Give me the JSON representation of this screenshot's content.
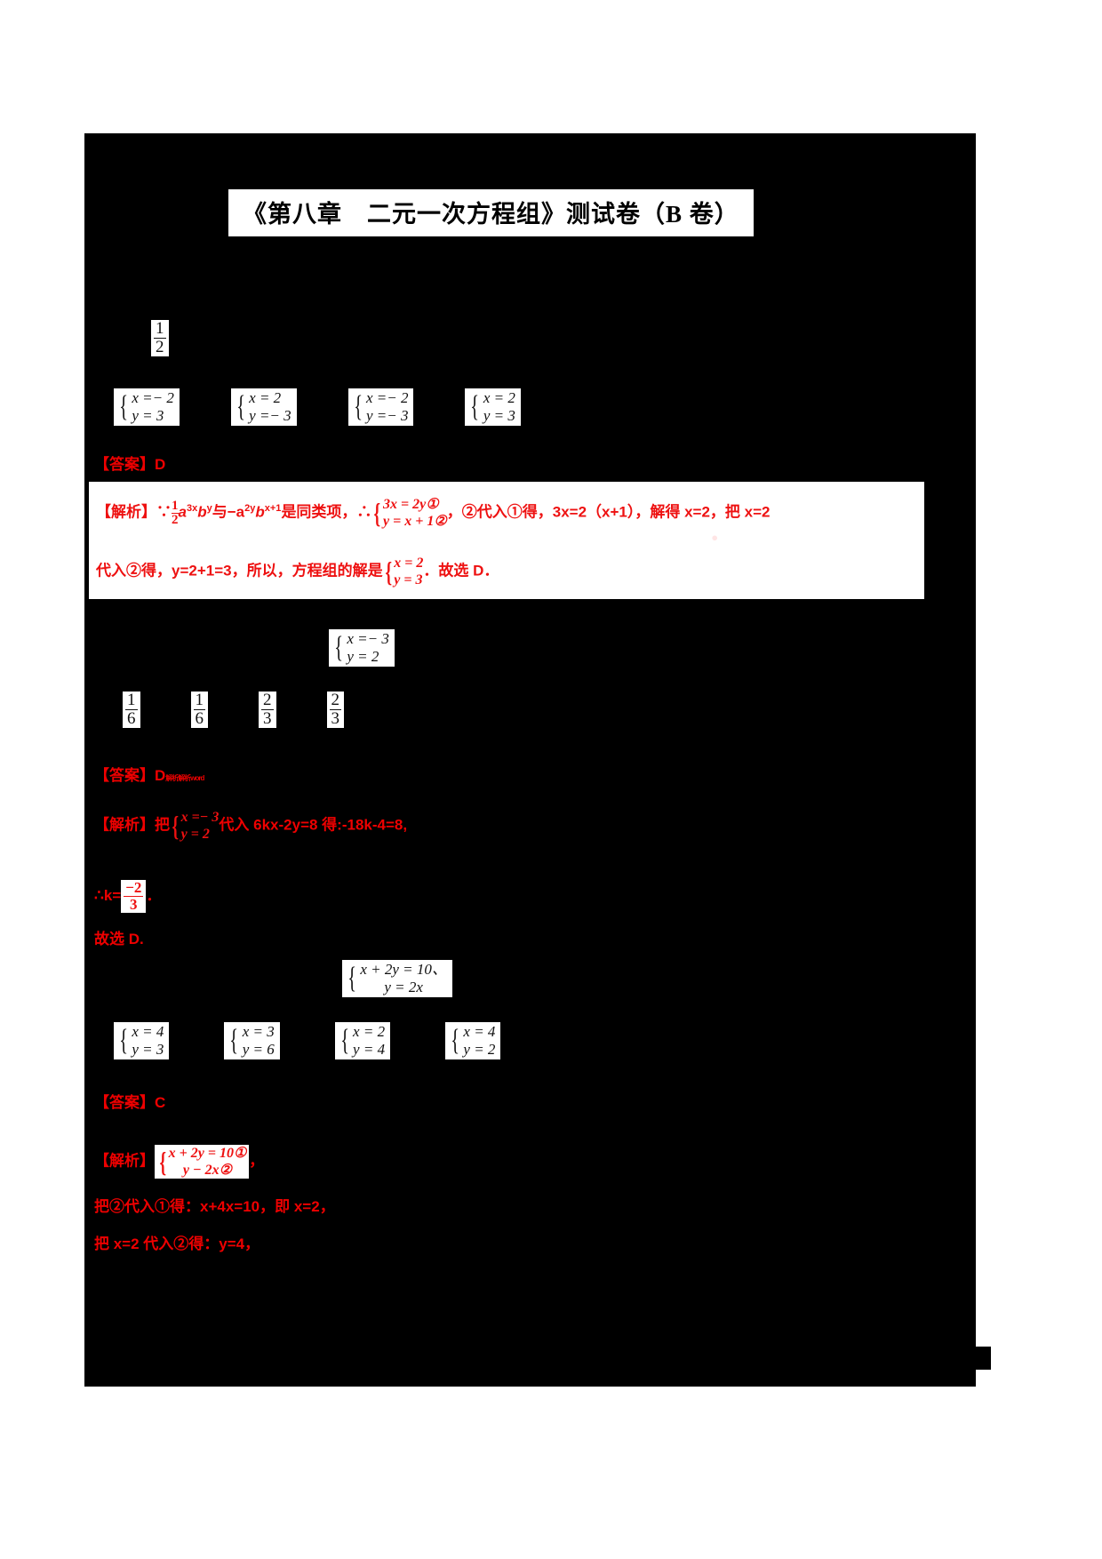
{
  "document": {
    "title": "《第八章　二元一次方程组》测试卷（B 卷）",
    "background_color": "#000000",
    "page_color": "#ffffff",
    "annotation_color": "#ee0000"
  },
  "q1": {
    "fraction": {
      "num": "1",
      "den": "2"
    },
    "options": [
      {
        "x": "x =− 2",
        "y": "y = 3"
      },
      {
        "x": "x = 2",
        "y": "y =− 3"
      },
      {
        "x": "x =− 2",
        "y": "y =− 3"
      },
      {
        "x": "x = 2",
        "y": "y = 3"
      }
    ],
    "answer_label": "【答案】D",
    "solution": {
      "lead": "【解析】",
      "line1_a": "∵",
      "line1_frac": {
        "num": "1",
        "den": "2"
      },
      "line1_b": "a",
      "line1_b_sup": "3x",
      "line1_c": "b",
      "line1_c_sup": "y",
      "line1_d": "与−a",
      "line1_d_sup": "2y",
      "line1_e": "b",
      "line1_e_sup": "x+1",
      "line1_f": "是同类项，∴",
      "sys1": {
        "r1": "3x = 2y①",
        "r2": "y = x + 1②"
      },
      "line1_tail": "，②代入①得，3x=2（x+1），解得 x=2，把 x=2",
      "line2_a": "代入②得，y=2+1=3，所以，方程组的解是",
      "sys2": {
        "r1": "x = 2",
        "r2": "y = 3"
      },
      "line2_tail": "．故选 D．"
    }
  },
  "q2": {
    "given_system": {
      "x": "x =− 3",
      "y": "y = 2"
    },
    "options": [
      {
        "num": "1",
        "den": "6"
      },
      {
        "num": "1",
        "den": "6"
      },
      {
        "num": "2",
        "den": "3"
      },
      {
        "num": "2",
        "den": "3"
      }
    ],
    "answer_label": "【答案】D",
    "answer_artifact": "解析解析word",
    "solution": {
      "lead": "【解析】",
      "prefix": "把",
      "sys": {
        "r1": "x =− 3",
        "r2": "y = 2"
      },
      "mid": "代入 6kx‐2y=8 得:-18k-4=8,",
      "line2_prefix": "∴k=",
      "line2_frac": {
        "sign": "−",
        "num": "2",
        "den": "3"
      },
      "line2_tail": "．",
      "line3": "故选 D."
    }
  },
  "q3": {
    "given_system": {
      "r1": "x + 2y = 10、",
      "r2": "y = 2x"
    },
    "options": [
      {
        "x": "x = 4",
        "y": "y = 3"
      },
      {
        "x": "x = 3",
        "y": "y = 6"
      },
      {
        "x": "x = 2",
        "y": "y = 4"
      },
      {
        "x": "x = 4",
        "y": "y = 2"
      }
    ],
    "answer_label": "【答案】C",
    "solution": {
      "lead": "【解析】",
      "sys": {
        "r1": "x + 2y = 10①",
        "r2": "y − 2x②"
      },
      "comma": "，",
      "line2": "把②代入①得：x+4x=10，即 x=2，",
      "line3": "把 x=2 代入②得：y=4，"
    }
  }
}
